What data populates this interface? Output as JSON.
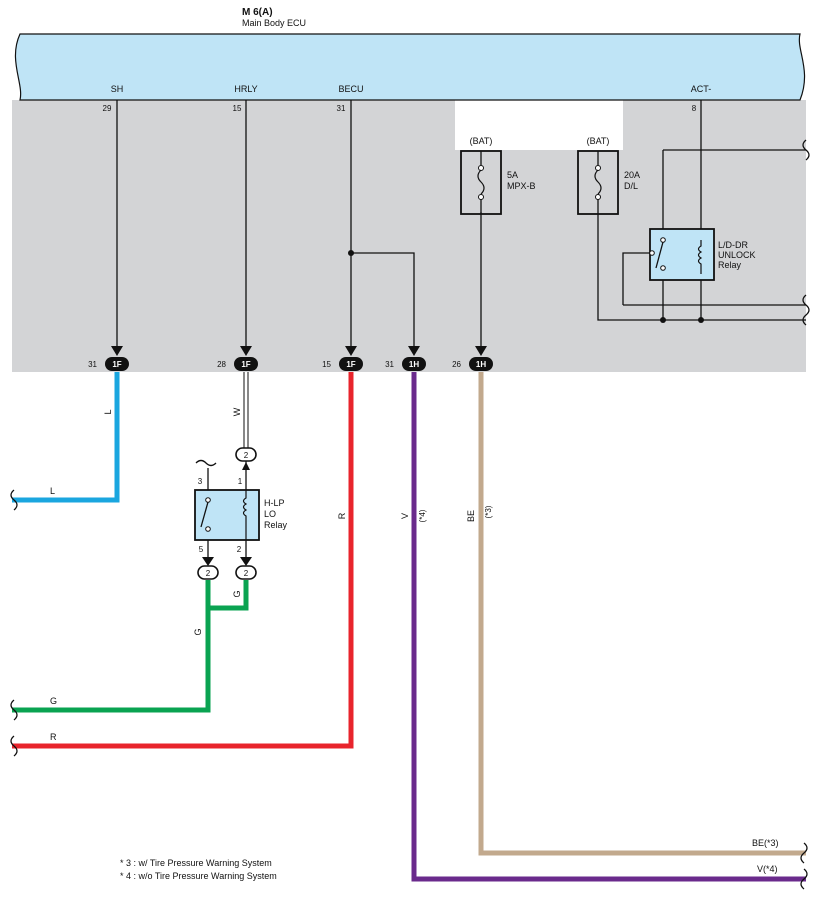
{
  "ecu": {
    "id": "M 6(A)",
    "name": "Main Body ECU",
    "terminals": [
      {
        "name": "SH",
        "pin": "29"
      },
      {
        "name": "HRLY",
        "pin": "15"
      },
      {
        "name": "BECU",
        "pin": "31"
      },
      {
        "name": "ACT-",
        "pin": "8"
      }
    ]
  },
  "fuses": [
    {
      "source": "(BAT)",
      "rating": "5A",
      "name": "MPX-B"
    },
    {
      "source": "(BAT)",
      "rating": "20A",
      "name": "D/L"
    }
  ],
  "relays": {
    "unlock": [
      "L/D-DR",
      "UNLOCK",
      "Relay"
    ],
    "hlp": [
      "H-LP",
      "LO",
      "Relay"
    ]
  },
  "connectors": [
    {
      "pin": "31",
      "code": "1F"
    },
    {
      "pin": "28",
      "code": "1F"
    },
    {
      "pin": "15",
      "code": "1F"
    },
    {
      "pin": "31",
      "code": "1H"
    },
    {
      "pin": "26",
      "code": "1H"
    }
  ],
  "relay_pins": {
    "top_left": "3",
    "top_right": "1",
    "bottom_left": "5",
    "bottom_right": "2",
    "plug": "2"
  },
  "wires": [
    {
      "label": "L",
      "color": "#1aa6df"
    },
    {
      "label": "W",
      "color": "#ffffff"
    },
    {
      "label": "R",
      "color": "#e8242c"
    },
    {
      "label": "V",
      "note": "(*4)",
      "color": "#6a2a8c"
    },
    {
      "label": "BE",
      "note": "(*3)",
      "color": "#c2a98d"
    },
    {
      "label": "G",
      "color": "#0aa351"
    }
  ],
  "outputs": {
    "left_l": "L",
    "left_g": "G",
    "left_r": "R",
    "right_be": "BE(*3)",
    "right_v": "V(*4)"
  },
  "notes": [
    "* 3 : w/ Tire Pressure Warning System",
    "* 4 : w/o Tire Pressure Warning System"
  ],
  "colors": {
    "ecu_fill": "#bfe4f6",
    "panel_fill": "#d3d4d6"
  }
}
